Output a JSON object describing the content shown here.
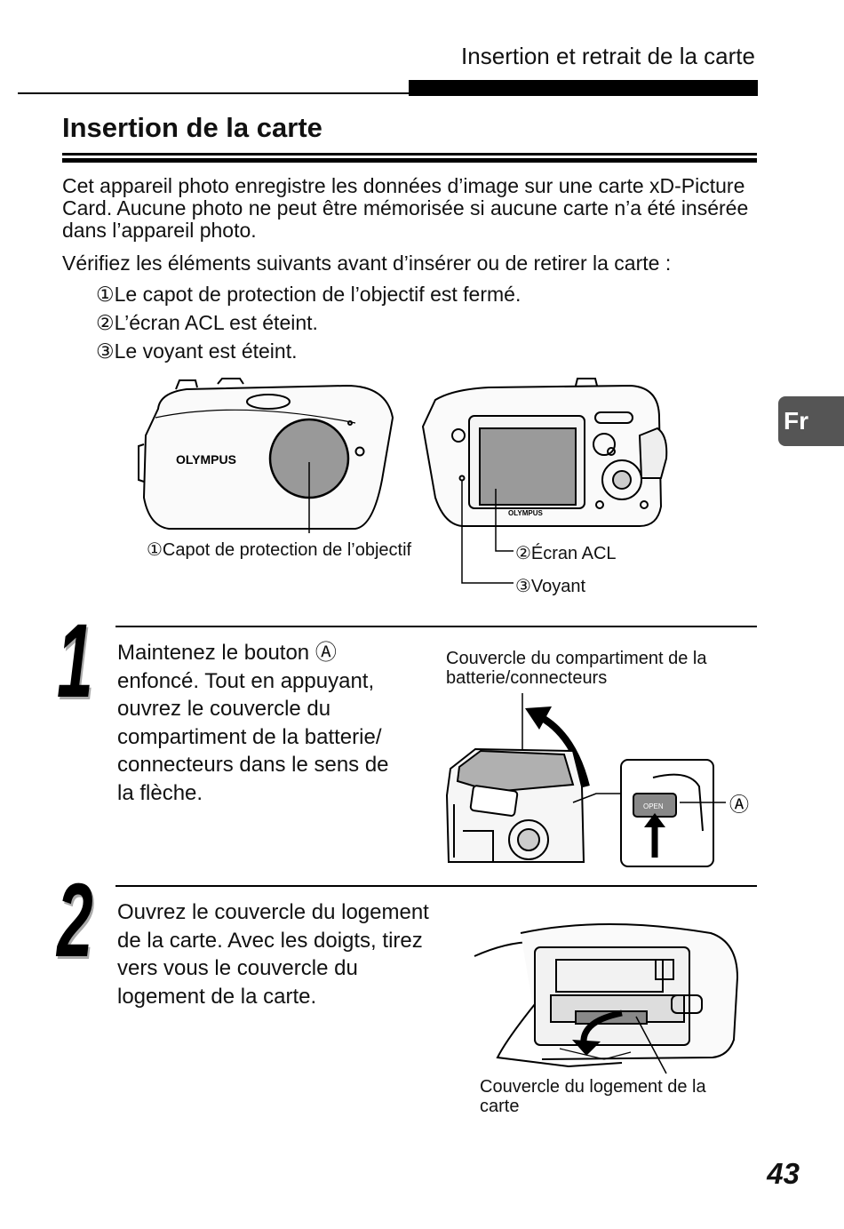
{
  "header": {
    "title": "Insertion et retrait de la carte"
  },
  "section": {
    "title": "Insertion de la carte"
  },
  "intro": {
    "paragraph": "Cet appareil photo enregistre les données d’image sur une carte xD-Picture Card. Aucune photo ne peut être mémorisée si aucune carte n’a été insérée dans l’appareil photo.",
    "check_intro": "Vérifiez les éléments suivants avant d’insérer ou de retirer la carte :",
    "checks": [
      "①Le capot de protection de l’objectif est fermé.",
      "②L’écran ACL est éteint.",
      "③Le voyant est éteint."
    ]
  },
  "lang_tab": "Fr",
  "camera_figure": {
    "brand": "OLYMPUS",
    "label_lens": "①Capot de protection de l’objectif",
    "label_screen": "②Écran ACL",
    "label_lamp": "③Voyant"
  },
  "steps": [
    {
      "number": "1",
      "text": "Maintenez le bouton Ⓐ enfoncé. Tout en appuyant, ouvrez le couvercle du compartiment de la batterie/ connecteurs dans le sens de la flèche.",
      "lines": [
        "Maintenez le bouton Ⓐ",
        "enfoncé. Tout en appuyant,",
        "ouvrez le couvercle du",
        "compartiment de la batterie/",
        "connecteurs dans le sens de",
        "la flèche."
      ],
      "figure_label_lines": [
        "Couvercle du compartiment de la",
        "batterie/connecteurs"
      ],
      "button_label": "Ⓐ",
      "open_label": "OPEN"
    },
    {
      "number": "2",
      "lines": [
        "Ouvrez le couvercle du logement",
        "de la carte. Avec les doigts, tirez",
        "vers vous le couvercle du",
        "logement de la carte."
      ],
      "figure_label_lines": [
        "Couvercle du logement de la",
        "carte"
      ]
    }
  ],
  "page_number": "43"
}
